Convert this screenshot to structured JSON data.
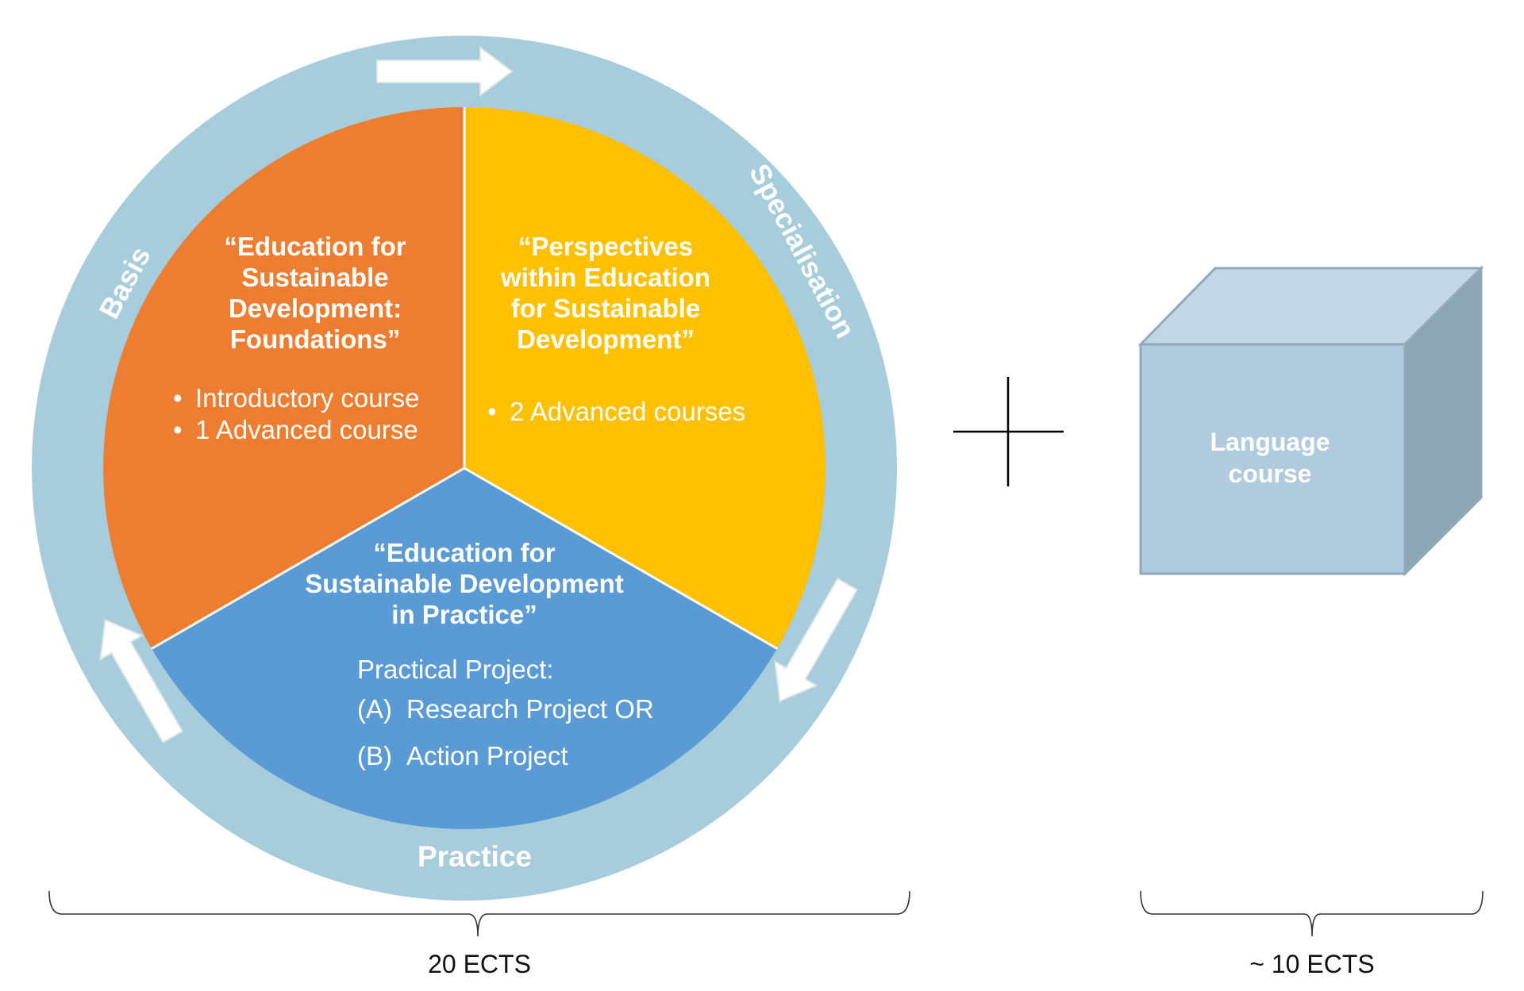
{
  "colors": {
    "ring": "#a7cddc",
    "foundations": "#ed7d31",
    "perspectives": "#ffc000",
    "practice": "#5b9bd5",
    "cube_front": "#afcbdd",
    "cube_top": "#c1d7e5",
    "cube_side": "#8ea6b4",
    "cube_edge": "#8fa9ba"
  },
  "ring_labels": {
    "basis": "Basis",
    "specialisation": "Specialisation",
    "practice": "Practice"
  },
  "segments": {
    "foundations": {
      "title": [
        "“Education for",
        "Sustainable",
        "Development:",
        "Foundations”"
      ],
      "items": [
        "Introductory course",
        "1 Advanced course"
      ]
    },
    "perspectives": {
      "title": [
        "“Perspectives",
        "within Education",
        "for Sustainable",
        "Development”"
      ],
      "items": [
        "2 Advanced courses"
      ]
    },
    "practice": {
      "title": [
        "“Education for",
        "Sustainable Development",
        "in Practice”"
      ],
      "subtitle": "Practical Project:",
      "options": [
        {
          "marker": "(A)",
          "text": "Research Project  OR"
        },
        {
          "marker": "(B)",
          "text": "Action Project"
        }
      ]
    }
  },
  "plus_symbol": "plus-icon",
  "language_box": {
    "label": [
      "Language",
      "course"
    ]
  },
  "credits": {
    "wheel": "20 ECTS",
    "language": "~ 10 ECTS"
  }
}
